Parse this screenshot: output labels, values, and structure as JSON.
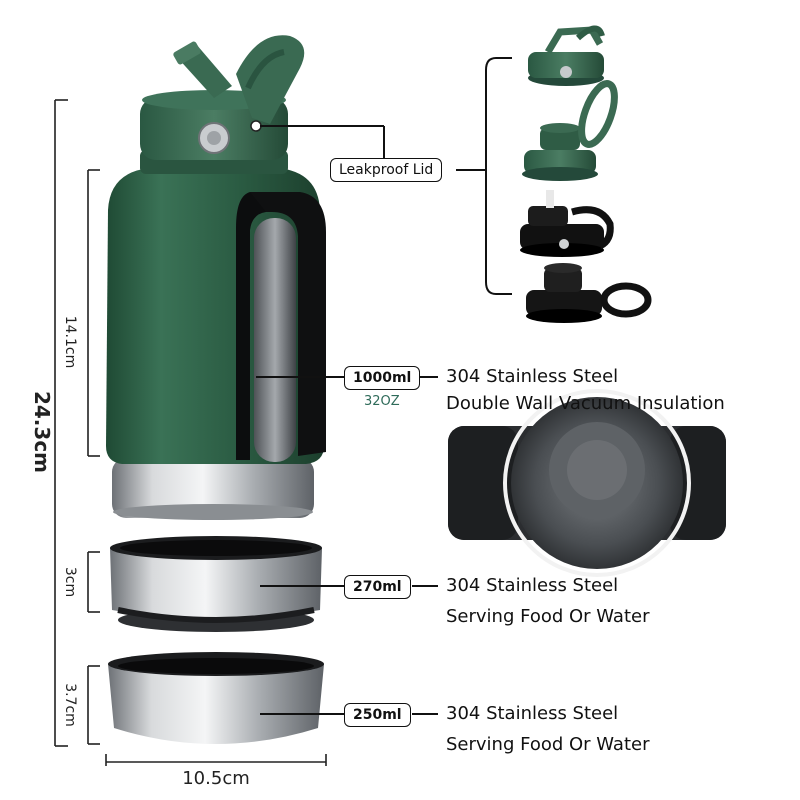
{
  "dimensions": {
    "height_total": "24.3cm",
    "height_bottle": "14.1cm",
    "height_bowl_1": "3cm",
    "height_bowl_2": "3.7cm",
    "width": "10.5cm"
  },
  "lid": {
    "label": "Leakproof Lid"
  },
  "bottle": {
    "capacity": "1000ml",
    "capacity_oz": "32OZ",
    "feature_line_1": "304 Stainless Steel",
    "feature_line_2": "Double Wall Vacuum Insulation"
  },
  "bowl_1": {
    "capacity": "270ml",
    "feature_line_1": "304 Stainless Steel",
    "feature_line_2": "Serving Food Or Water"
  },
  "bowl_2": {
    "capacity": "250ml",
    "feature_line_1": "304 Stainless Steel",
    "feature_line_2": "Serving Food Or Water"
  },
  "colors": {
    "bottle_green": "#2e5e45",
    "lid_green": "#3d6b52",
    "steel": "#b9bcbf",
    "black": "#111111"
  }
}
